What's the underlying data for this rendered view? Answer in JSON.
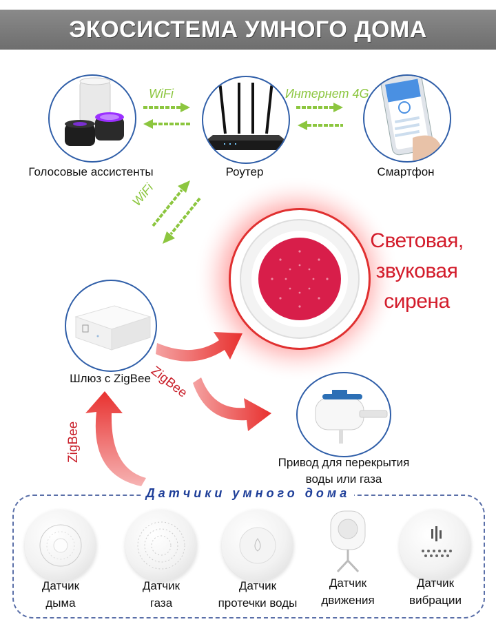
{
  "header": {
    "title": "ЭКОСИСТЕМА УМНОГО ДОМА"
  },
  "nodes": {
    "voice": {
      "label": "Голосовые ассистенты"
    },
    "router": {
      "label": "Роутер"
    },
    "phone": {
      "label": "Смартфон"
    },
    "gateway": {
      "label": "Шлюз с ZigBee"
    },
    "valve": {
      "label_line1": "Привод для перекрытия",
      "label_line2": "воды или газа"
    },
    "siren": {
      "line1": "Световая,",
      "line2": "звуковая",
      "line3": "сирена"
    }
  },
  "links": {
    "voice_router": "WiFi",
    "router_phone": "Интернет 4G",
    "router_gateway": "WiFi",
    "gateway_out": "ZigBee",
    "sensors_gateway": "ZigBee"
  },
  "sensors": {
    "title": "Датчики умного дома",
    "items": [
      {
        "line1": "Датчик",
        "line2": "дыма"
      },
      {
        "line1": "Датчик",
        "line2": "газа"
      },
      {
        "line1": "Датчик",
        "line2": "протечки воды"
      },
      {
        "line1": "Датчик",
        "line2": "движения"
      },
      {
        "line1": "Датчик",
        "line2": "вибрации"
      }
    ]
  },
  "colors": {
    "header_bg": "#7d7d7d",
    "circle_border": "#2f5ea8",
    "wifi_green": "#8cc63f",
    "zigbee_red": "#e8312f",
    "siren_red": "#d31c2b",
    "panel_title": "#1f3f99"
  },
  "icons": [
    "smart-speaker-icon",
    "router-icon",
    "smartphone-icon",
    "gateway-icon",
    "siren-icon",
    "valve-actuator-icon",
    "smoke-sensor-icon",
    "gas-sensor-icon",
    "water-leak-sensor-icon",
    "motion-sensor-icon",
    "vibration-sensor-icon"
  ]
}
